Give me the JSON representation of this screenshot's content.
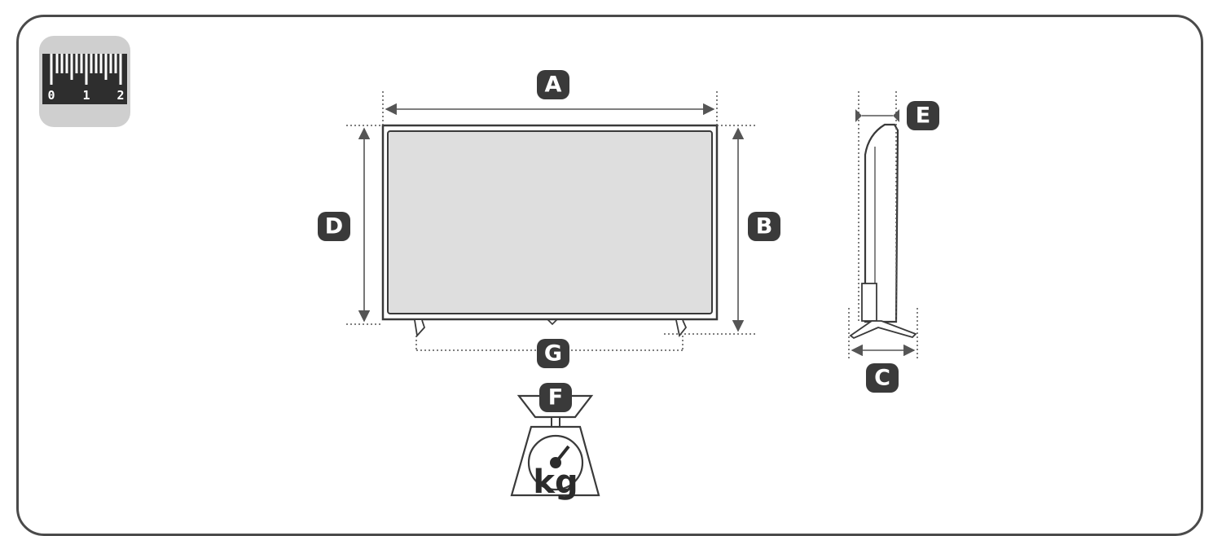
{
  "labels": {
    "a": "A",
    "b": "B",
    "c": "C",
    "d": "D",
    "e": "E",
    "f": "F",
    "g": "G"
  },
  "ruler_icon": {
    "icon": "ruler-icon",
    "ticks": [
      "0",
      "1",
      "2"
    ]
  },
  "scale_icon": {
    "icon": "weighing-scale-icon",
    "unit": "kg"
  },
  "colors": {
    "badge": "#3a3a3a",
    "frame": "#4a4a4a",
    "screen": "#dedede",
    "icon_bg": "#cfcfcf"
  }
}
